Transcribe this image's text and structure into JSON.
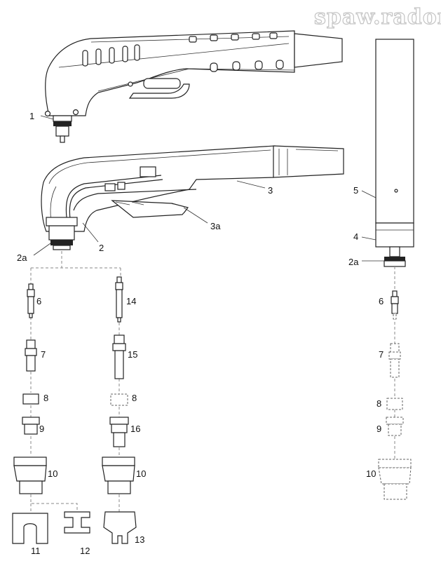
{
  "watermark": "spaw.radom",
  "labels": {
    "l1": "1",
    "l2": "2",
    "l2a_left": "2a",
    "l3": "3",
    "l3a": "3a",
    "l4": "4",
    "l5": "5",
    "l2a_right": "2a",
    "l6_left": "6",
    "l14": "14",
    "l6_right": "6",
    "l7_left": "7",
    "l15": "15",
    "l7_right": "7",
    "l8_left": "8",
    "l8_mid": "8",
    "l8_right": "8",
    "l9_left": "9",
    "l16": "16",
    "l9_right": "9",
    "l10_left": "10",
    "l10_mid": "10",
    "l10_right": "10",
    "l11": "11",
    "l12": "12",
    "l13": "13"
  },
  "colors": {
    "line": "#222222",
    "dashed": "#888888",
    "watermark_outline": "#c4c4c4"
  }
}
